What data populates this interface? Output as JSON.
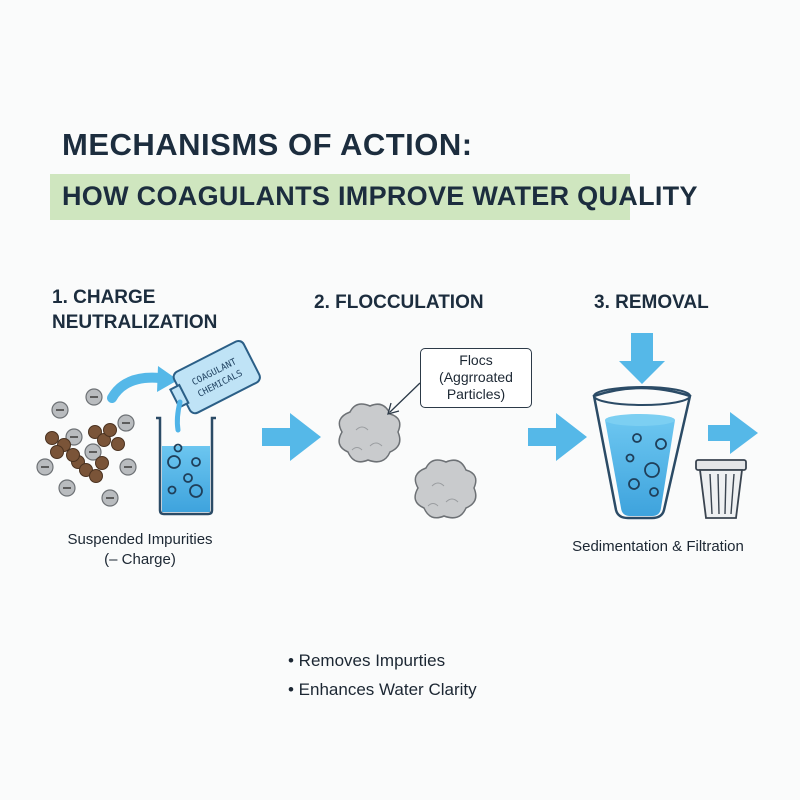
{
  "title": "MECHANISMS OF ACTION:",
  "subtitle": "HOW COAGULANTS IMPROVE WATER QUALITY",
  "steps": {
    "step1": {
      "line1": "1. CHARGE",
      "line2": "NEUTRALIZATION"
    },
    "step2": {
      "line1": "2. FLOCCULATION"
    },
    "step3": {
      "line1": "3. REMOVAL"
    }
  },
  "labels": {
    "coagulant_line1": "COAGULANT",
    "coagulant_line2": "CHEMICALS",
    "impurities_line1": "Suspended Impurities",
    "impurities_line2": "(– Charge)",
    "flocs_line1": "Flocs",
    "flocs_line2": "(Aggrroated",
    "flocs_line3": "Particles)",
    "removal": "Sedimentation & Filtration"
  },
  "bullets": [
    "• Removes Impurties",
    "• Enhances Water Clarity"
  ],
  "colors": {
    "highlight": "#cfe6bf",
    "water": "#4fb4e8",
    "arrow": "#55b8e8",
    "particle_brown": "#7a5438",
    "particle_gray": "#b9bcbf",
    "floc_gray": "#c9cbcd"
  }
}
